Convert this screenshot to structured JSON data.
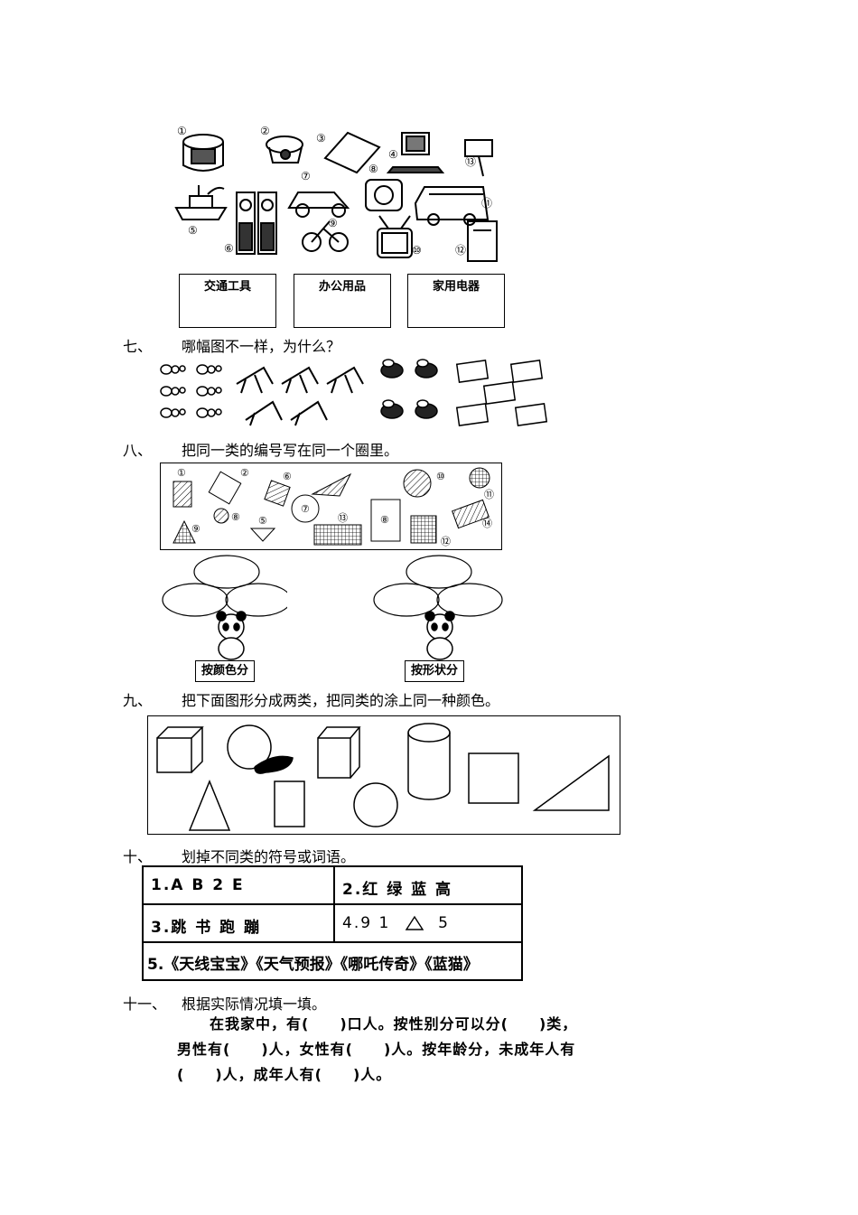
{
  "categories": {
    "transport": "交通工具",
    "office": "办公用品",
    "appliance": "家用电器"
  },
  "q7": {
    "num": "七、",
    "text": "哪幅图不一样，为什么？"
  },
  "q8": {
    "num": "八、",
    "text": "把同一类的编号写在同一个圈里。",
    "tag_color": "按颜色分",
    "tag_shape": "按形状分"
  },
  "q9": {
    "num": "九、",
    "text": "把下面图形分成两类，把同类的涂上同一种颜色。"
  },
  "q10": {
    "num": "十、",
    "text": "划掉不同类的符号或词语。",
    "cell1": "1.A B 2 E",
    "cell2": "2.红 绿 蓝 高",
    "cell3": "3.跳 书 跑 蹦",
    "cell4a": "4.9 1",
    "cell4b": "5",
    "cell5": "5.《天线宝宝》《天气预报》《哪吒传奇》《蓝猫》"
  },
  "q11": {
    "num": "十一、",
    "text": "根据实际情况填一填。",
    "line1": "在我家中，有(　　)口人。按性别分可以分(　　)类，",
    "line2": "男性有(　　)人，女性有(　　)人。按年龄分，未成年人有",
    "line3": "(　　)人，成年人有(　　)人。"
  },
  "item_numbers": [
    "①",
    "②",
    "③",
    "④",
    "⑤",
    "⑥",
    "⑦",
    "⑧",
    "⑨",
    "⑩",
    "⑪",
    "⑫",
    "⑬",
    "⑭"
  ]
}
